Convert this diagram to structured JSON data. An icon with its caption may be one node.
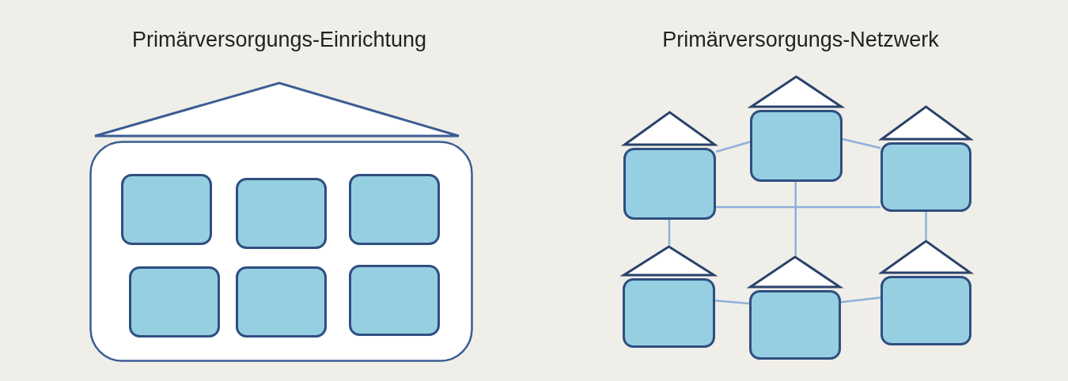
{
  "diagram": {
    "nodes": [
      {
        "text": [],
        "shape": "box"
      },
      {
        "text": [],
        "shape": "box",
        "in": 0
      },
      {
        "text": [],
        "shape": "box",
        "in": 0
      },
      {
        "text": [],
        "shape": "box",
        "in": 0
      },
      {
        "text": [],
        "shape": "box",
        "in": 0
      },
      {
        "text": [],
        "shape": "box",
        "in": 0
      },
      {
        "text": [],
        "shape": "box",
        "in": 0
      },
      {
        "text": [],
        "shape": "box"
      },
      {
        "text": [],
        "shape": "box"
      },
      {
        "text": [],
        "shape": "box"
      },
      {
        "text": [],
        "shape": "box"
      },
      {
        "text": [],
        "shape": "box"
      },
      {
        "text": [],
        "shape": "box"
      }
    ],
    "edges": [
      {
        "from": 7,
        "to": 8,
        "arrow": "none"
      },
      {
        "from": 8,
        "to": 9,
        "arrow": "none"
      },
      {
        "from": 7,
        "to": 9,
        "arrow": "none"
      },
      {
        "from": 7,
        "to": 10,
        "arrow": "none"
      },
      {
        "from": 8,
        "to": 11,
        "arrow": "none"
      },
      {
        "from": 9,
        "to": 12,
        "arrow": "none"
      },
      {
        "from": 10,
        "to": 11,
        "arrow": "none"
      },
      {
        "from": 11,
        "to": 12,
        "arrow": "none"
      }
    ],
    "labels": [
      "Primärversorgungs-Einrichtung",
      "Primärversorgungs-Netzwerk"
    ]
  }
}
